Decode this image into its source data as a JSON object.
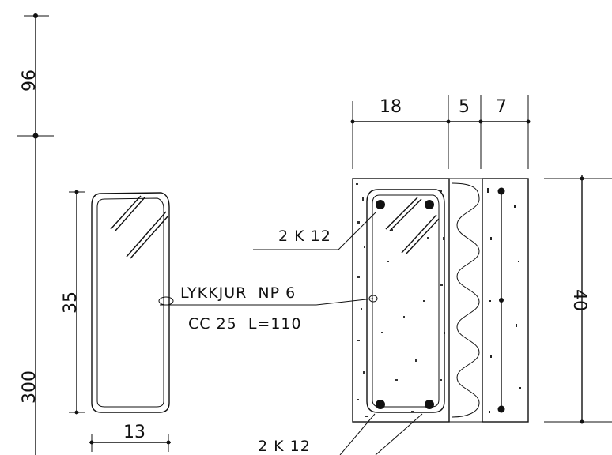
{
  "dimensions": {
    "left_top": "96",
    "left_bottom": "300",
    "stirrup_height": "35",
    "stirrup_width": "13",
    "top_a": "18",
    "top_b": "5",
    "top_c": "7",
    "wall_height": "40"
  },
  "labels": {
    "rebar_top": "2 K 12",
    "rebar_bottom": "2 K 12",
    "stirrup_line1": "LYKKJUR  NP 6",
    "stirrup_line2": "CC 25  L=110"
  }
}
